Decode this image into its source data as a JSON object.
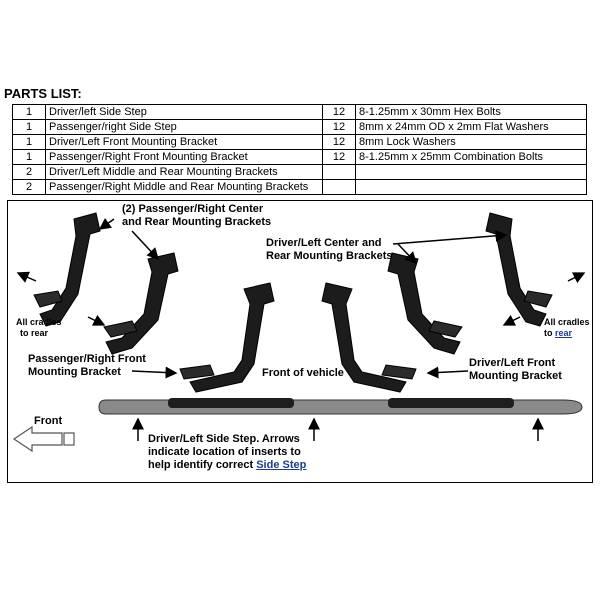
{
  "title": "PARTS LIST:",
  "parts_left": [
    {
      "qty": "1",
      "desc": "Driver/left Side Step"
    },
    {
      "qty": "1",
      "desc": "Passenger/right Side Step"
    },
    {
      "qty": "1",
      "desc": "Driver/Left Front Mounting Bracket"
    },
    {
      "qty": "1",
      "desc": "Passenger/Right Front Mounting Bracket"
    },
    {
      "qty": "2",
      "desc": "Driver/Left Middle and Rear Mounting Brackets"
    },
    {
      "qty": "2",
      "desc": "Passenger/Right Middle and Rear Mounting Brackets"
    }
  ],
  "parts_right": [
    {
      "qty": "12",
      "desc": "8-1.25mm x 30mm Hex Bolts"
    },
    {
      "qty": "12",
      "desc": "8mm x 24mm OD x 2mm Flat Washers"
    },
    {
      "qty": "12",
      "desc": "8mm Lock Washers"
    },
    {
      "qty": "12",
      "desc": "8-1.25mm x 25mm Combination Bolts"
    },
    {
      "qty": "",
      "desc": ""
    },
    {
      "qty": "",
      "desc": ""
    }
  ],
  "labels": {
    "pass_center_rear_1": "(2) Passenger/Right Center",
    "pass_center_rear_2": "and Rear Mounting Brackets",
    "driver_center_rear_1": "Driver/Left Center and",
    "driver_center_rear_2": "Rear Mounting Brackets",
    "cradles_left_1": "All cradles",
    "cradles_left_2": "to rear",
    "cradles_right_1": "All cradles",
    "cradles_right_2_a": "to ",
    "cradles_right_2_b": "rear",
    "pass_front_1": "Passenger/Right Front",
    "pass_front_2": "Mounting Bracket",
    "front_of_vehicle": "Front of vehicle",
    "driver_front_1": "Driver/Left Front",
    "driver_front_2": "Mounting Bracket",
    "front_arrow": "Front",
    "step_note_1": "Driver/Left Side Step. Arrows",
    "step_note_2": "indicate location of inserts to",
    "step_note_3_a": "help identify correct ",
    "step_note_3_b": "Side Step"
  },
  "colors": {
    "bracket": "#1c1c1c",
    "step": "#6f6f6f",
    "link": "#1a3b8f"
  }
}
